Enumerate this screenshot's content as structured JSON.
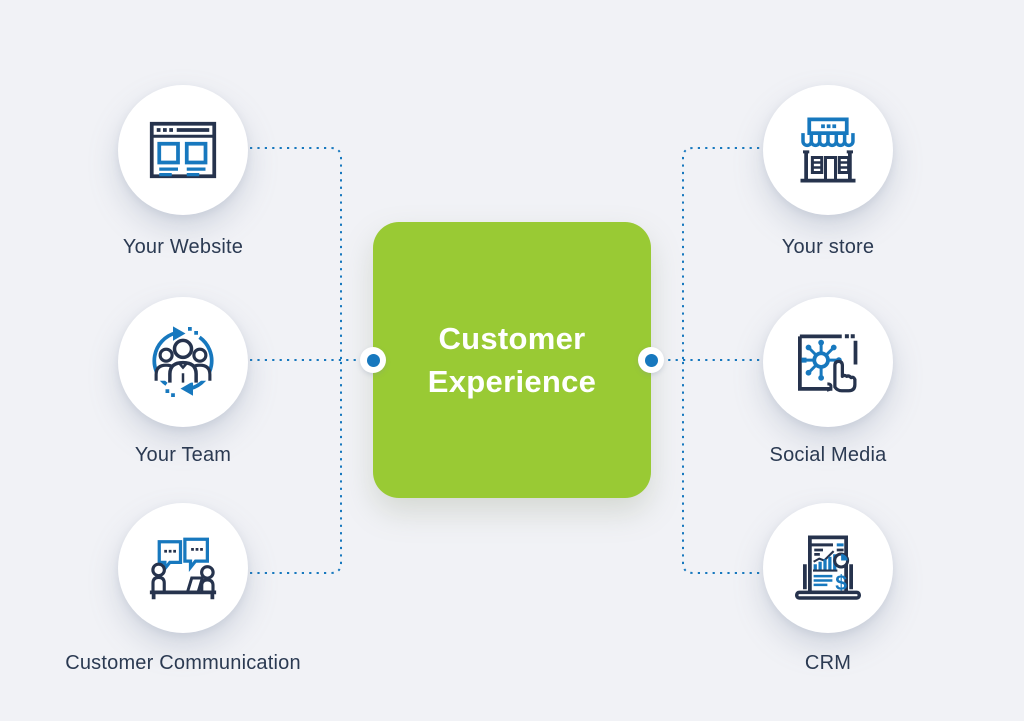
{
  "diagram": {
    "title": {
      "line1": "Customer",
      "line2": "Experience"
    }
  },
  "nodes": {
    "left": [
      {
        "label": "Your Website",
        "icon": "website-icon"
      },
      {
        "label": "Your Team",
        "icon": "team-icon"
      },
      {
        "label": "Customer Communication",
        "icon": "communication-icon"
      }
    ],
    "right": [
      {
        "label": "Your store",
        "icon": "store-icon"
      },
      {
        "label": "Social Media",
        "icon": "social-media-icon"
      },
      {
        "label": "CRM",
        "icon": "crm-icon"
      }
    ]
  },
  "colors": {
    "background": "#f1f2f6",
    "accent_green": "#99ca34",
    "accent_blue": "#1778be",
    "dark_navy": "#26334d",
    "title_text": "#ffffff",
    "label_text": "#2b3a52"
  },
  "connectors": {
    "style": "dotted",
    "endpoint_dots": 2
  }
}
